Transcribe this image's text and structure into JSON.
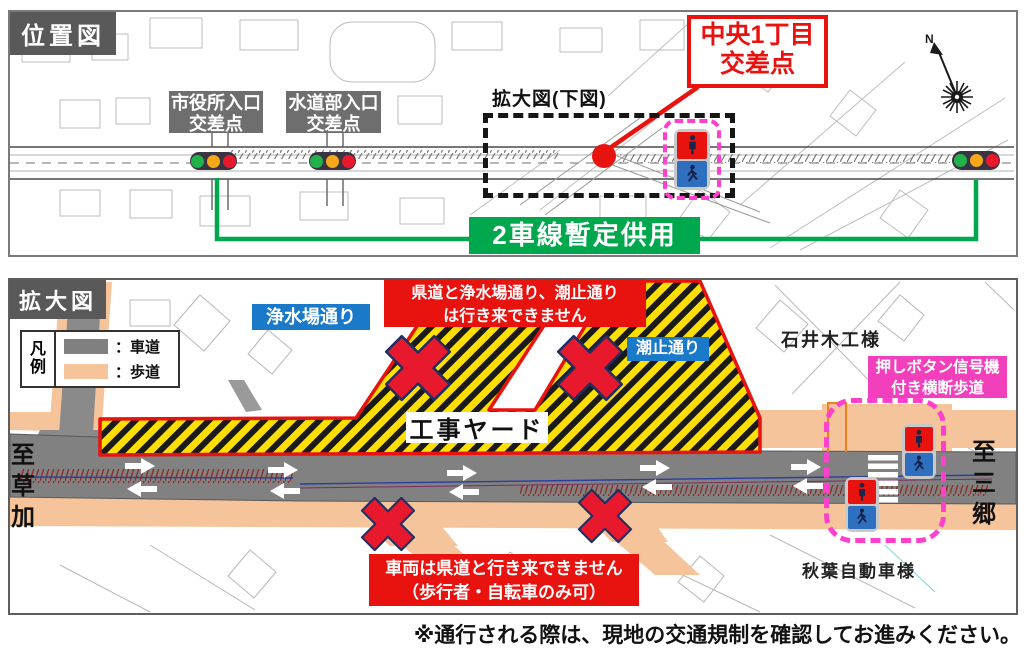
{
  "page": {
    "footer_note": "※通行される際は、現地の交通規制を確認してお進みください。"
  },
  "colors": {
    "accent_red": "#e8120e",
    "accent_green": "#00a84d",
    "accent_blue": "#1b79c9",
    "accent_pink_label": "#f240bd",
    "pink_dashed_border": "#ff40cc",
    "yard_yellow": "#ffdf00",
    "yard_stripe_black": "#1a1a1a",
    "road_gray": "#818181",
    "sidewalk_peach": "#f6c49b",
    "panel_label_gray": "#595959",
    "intersection_label_gray": "#6e6e6e"
  },
  "icons": {
    "traffic_light": "green-yellow-red signal",
    "pedestrian_signal": "red standing person over blue walking person",
    "compass": "north arrow star",
    "closed_x": "red X mark",
    "lane_arrow": "white direction arrow"
  },
  "top_panel": {
    "title": "位置図",
    "intersections": [
      {
        "line1": "市役所入口",
        "line2": "交差点"
      },
      {
        "line1": "水道部入口",
        "line2": "交差点"
      }
    ],
    "expanded_ref_label": "拡大図(下図)",
    "callout": {
      "line1": "中央1丁目",
      "line2": "交差点"
    },
    "green_banner": "2車線暫定供用",
    "compass_north": "N"
  },
  "bottom_panel": {
    "title": "拡大図",
    "legend": {
      "title_chars": [
        "凡",
        "例"
      ],
      "items": [
        {
          "label": "：車道",
          "color": "#808080"
        },
        {
          "label": "：歩道",
          "color": "#f6c49b"
        }
      ]
    },
    "streets": {
      "josuijo": "浄水場通り",
      "shiodome": "潮止通り"
    },
    "warning_top": {
      "line1": "県道と浄水場通り、潮止通り",
      "line2": "は行き来できません"
    },
    "construction_yard_label": "工事ヤード",
    "crosswalk_note": {
      "line1": "押しボタン信号機",
      "line2": "付き横断歩道"
    },
    "buildings": {
      "ishii": "石井木工様",
      "akiba": "秋葉自動車様"
    },
    "warning_bottom": {
      "line1": "車両は県道と行き来できません",
      "line2": "（歩行者・自転車のみ可）"
    },
    "direction_left": [
      "至",
      "草",
      "加"
    ],
    "direction_right": [
      "至",
      "三",
      "郷"
    ]
  }
}
